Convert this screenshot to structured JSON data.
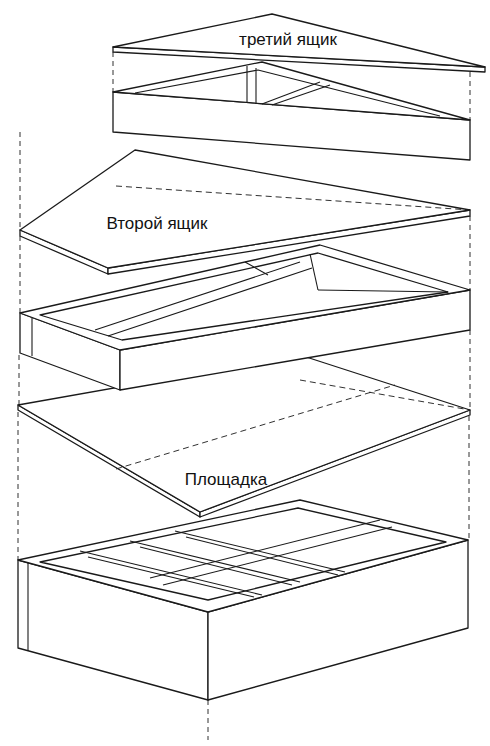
{
  "diagram": {
    "labels": [
      "третий ящик",
      "Второй ящик",
      "Площадка"
    ]
  }
}
